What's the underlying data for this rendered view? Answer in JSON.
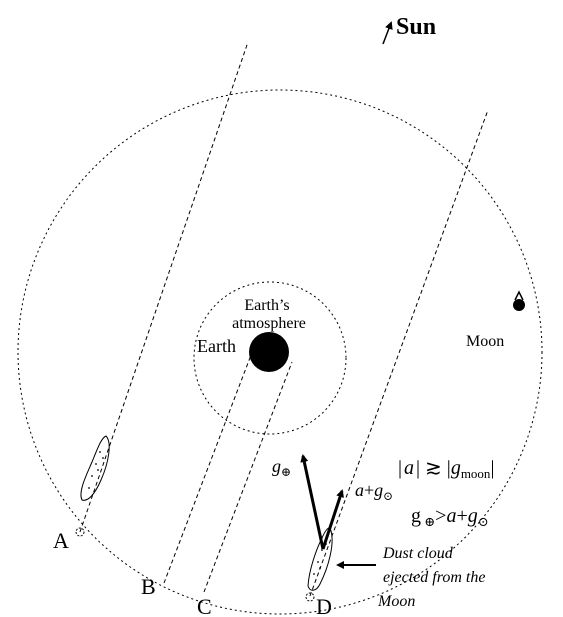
{
  "diagram": {
    "sun_label": "Sun",
    "earth_label": "Earth",
    "atmosphere_label_line1": "Earth’s",
    "atmosphere_label_line2": "atmosphere",
    "moon_label": "Moon",
    "point_labels": [
      "A",
      "B",
      "C",
      "D"
    ],
    "vector_g_earth": {
      "base": "g",
      "sub": "⊕"
    },
    "vector_a_sun": {
      "base": "a",
      "plus": "+",
      "g": "g",
      "sub": "⊙"
    },
    "condition1": {
      "bar1": "|",
      "a": "a",
      "bar2": "|",
      "rel": " ≳ ",
      "bar3": "|",
      "g": "g",
      "sub": "moon",
      "bar4": "|"
    },
    "condition2": {
      "g": "g",
      "sub1": " ⊕",
      "gt": ">",
      "a": "a",
      "plus": "+",
      "g2": "g",
      "sub2": "⊙"
    },
    "dust_label_lines": [
      "Dust cloud",
      "ejected from the",
      "Moon"
    ]
  }
}
